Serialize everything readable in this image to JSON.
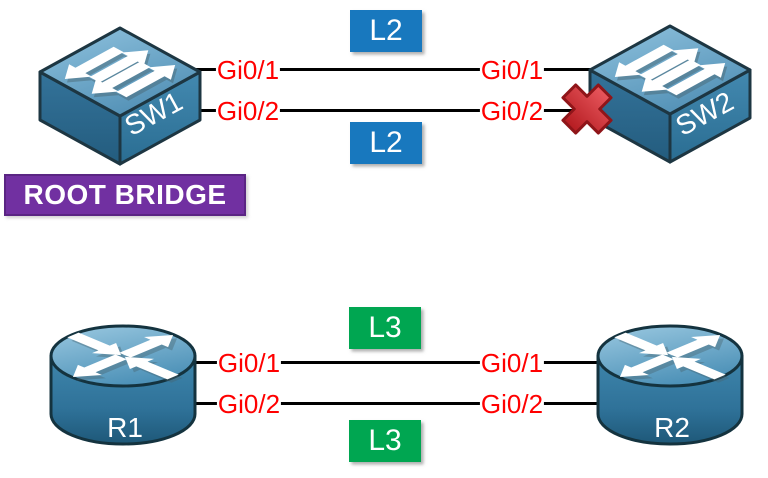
{
  "top_topology": {
    "left_node": {
      "label": "SW1",
      "type": "layer2-switch"
    },
    "right_node": {
      "label": "SW2",
      "type": "layer2-switch"
    },
    "links": [
      {
        "badge": "L2",
        "left_port": "Gi0/1",
        "right_port": "Gi0/1",
        "blocked": false
      },
      {
        "badge": "L2",
        "left_port": "Gi0/2",
        "right_port": "Gi0/2",
        "blocked": true
      }
    ],
    "annotation": "ROOT BRIDGE"
  },
  "bottom_topology": {
    "left_node": {
      "label": "R1",
      "type": "router"
    },
    "right_node": {
      "label": "R2",
      "type": "router"
    },
    "links": [
      {
        "badge": "L3",
        "left_port": "Gi0/1",
        "right_port": "Gi0/1",
        "blocked": false
      },
      {
        "badge": "L3",
        "left_port": "Gi0/2",
        "right_port": "Gi0/2",
        "blocked": false
      }
    ]
  },
  "colors": {
    "l2_badge": "#1878BE",
    "l3_badge": "#00A651",
    "root_bridge_bg": "#7130A1",
    "port_text": "#FF0000",
    "link_line": "#000000",
    "blocked_x": "#C4242A",
    "node_blue": "#3F86AC"
  }
}
